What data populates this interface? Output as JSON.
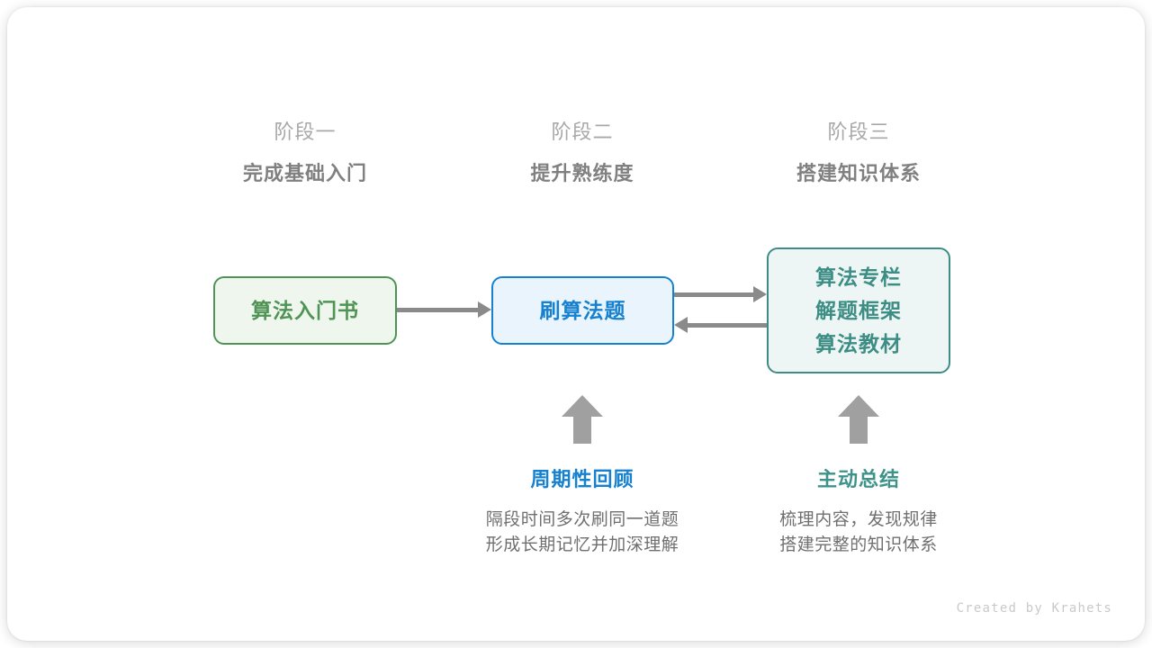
{
  "diagram": {
    "title_semantic": "algorithm-learning-roadmap",
    "colors": {
      "green": "#4f9455",
      "green_fill": "#eef6ee",
      "blue": "#1681d0",
      "blue_fill": "#e9f4fd",
      "teal": "#3d8d85",
      "teal_fill": "#eef6f5",
      "arrow_gray": "#8a8a8a",
      "up_arrow_gray": "#a0a0a0",
      "kicker_gray": "#a8a8a8",
      "title_gray": "#808080",
      "desc_gray": "#6f6f6f",
      "credit_gray": "#c9c9c9"
    },
    "stages": [
      {
        "kicker": "阶段一",
        "title": "完成基础入门"
      },
      {
        "kicker": "阶段二",
        "title": "提升熟练度"
      },
      {
        "kicker": "阶段三",
        "title": "搭建知识体系"
      }
    ],
    "nodes": [
      {
        "id": "book",
        "lines": [
          "算法入门书"
        ]
      },
      {
        "id": "practice",
        "lines": [
          "刷算法题"
        ]
      },
      {
        "id": "knowledge",
        "lines": [
          "算法专栏",
          "解题框架",
          "算法教材"
        ]
      }
    ],
    "annotations": [
      {
        "id": "periodic-review",
        "title": "周期性回顾",
        "desc": [
          "隔段时间多次刷同一道题",
          "形成长期记忆并加深理解"
        ]
      },
      {
        "id": "active-summary",
        "title": "主动总结",
        "desc": [
          "梳理内容，发现规律",
          "搭建完整的知识体系"
        ]
      }
    ],
    "credit": "Created by Krahets"
  }
}
